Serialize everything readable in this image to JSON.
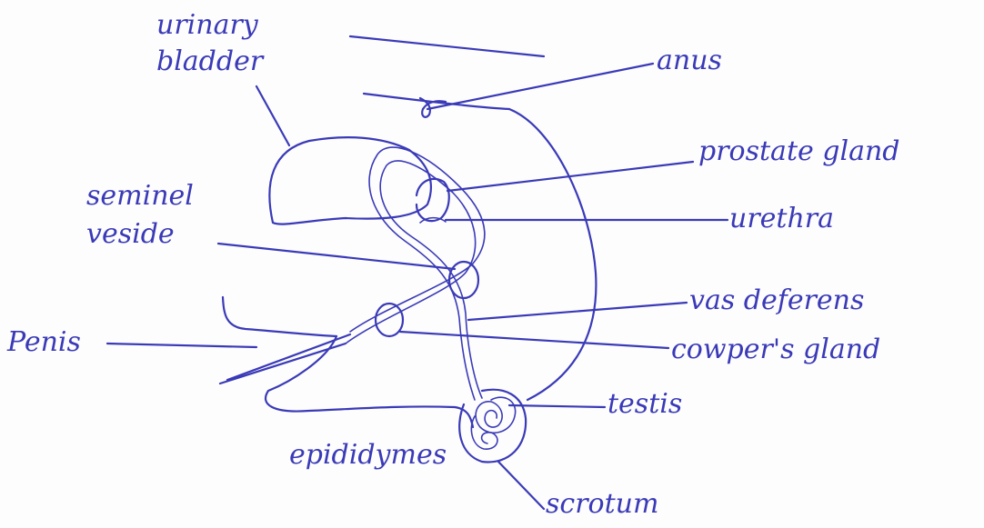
{
  "labels": {
    "urinary_bladder": "urinary bladder",
    "anus": "anus",
    "prostate_gland": "prostate gland",
    "seminal_vesicle": "seminel veside",
    "urethra": "urethra",
    "vas_deferens": "vas deferens",
    "penis": "Penis",
    "cowpers_gland": "cowper's gland",
    "testis": "testis",
    "epididymis": "epididymes",
    "scrotum": "scrotum"
  },
  "colors": {
    "ink": "#3a3ab8",
    "paper": "#fdfdfd"
  }
}
